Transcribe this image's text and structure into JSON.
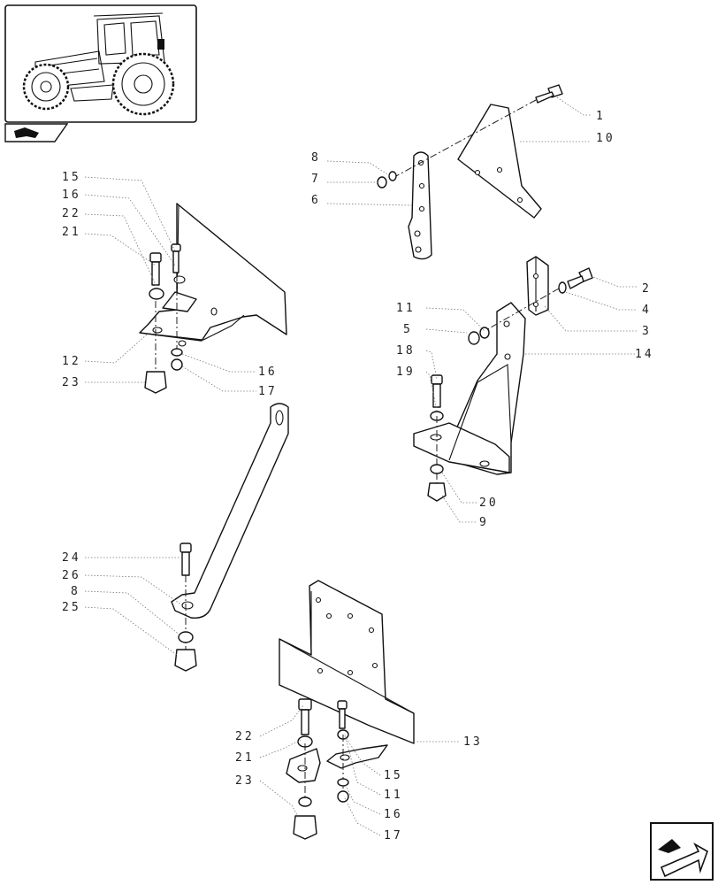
{
  "callouts": [
    {
      "id": "c1",
      "text": "1"
    },
    {
      "id": "c10",
      "text": "10"
    },
    {
      "id": "c8a",
      "text": "8"
    },
    {
      "id": "c7",
      "text": "7"
    },
    {
      "id": "c6",
      "text": "6"
    },
    {
      "id": "c15a",
      "text": "15"
    },
    {
      "id": "c16a",
      "text": "16"
    },
    {
      "id": "c22a",
      "text": "22"
    },
    {
      "id": "c21a",
      "text": "21"
    },
    {
      "id": "c12",
      "text": "12"
    },
    {
      "id": "c23a",
      "text": "23"
    },
    {
      "id": "c16b",
      "text": "16"
    },
    {
      "id": "c17a",
      "text": "17"
    },
    {
      "id": "c2",
      "text": "2"
    },
    {
      "id": "c4",
      "text": "4"
    },
    {
      "id": "c3",
      "text": "3"
    },
    {
      "id": "c11a",
      "text": "11"
    },
    {
      "id": "c5",
      "text": "5"
    },
    {
      "id": "c14",
      "text": "14"
    },
    {
      "id": "c18",
      "text": "18"
    },
    {
      "id": "c19",
      "text": "19"
    },
    {
      "id": "c20",
      "text": "20"
    },
    {
      "id": "c9",
      "text": "9"
    },
    {
      "id": "c24",
      "text": "24"
    },
    {
      "id": "c26",
      "text": "26"
    },
    {
      "id": "c8b",
      "text": "8"
    },
    {
      "id": "c25",
      "text": "25"
    },
    {
      "id": "c13",
      "text": "13"
    },
    {
      "id": "c22b",
      "text": "22"
    },
    {
      "id": "c21b",
      "text": "21"
    },
    {
      "id": "c23b",
      "text": "23"
    },
    {
      "id": "c15b",
      "text": "15"
    },
    {
      "id": "c11b",
      "text": "11"
    },
    {
      "id": "c16c",
      "text": "16"
    },
    {
      "id": "c17b",
      "text": "17"
    }
  ],
  "icons": {
    "thumbnail": "tractor-thumbnail-icon",
    "section_tab": "book-section-icon",
    "navigation": "next-page-arrow-icon"
  }
}
